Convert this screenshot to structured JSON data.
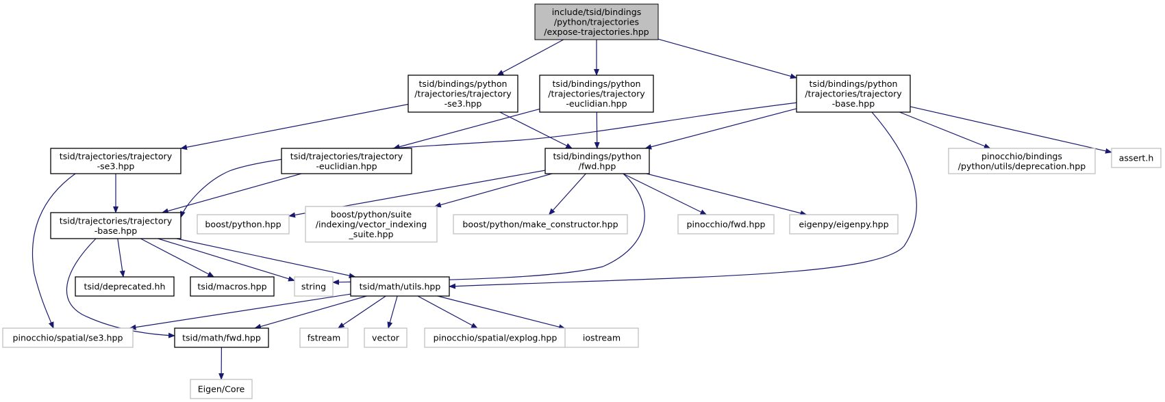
{
  "colors": {
    "edge": "#191970",
    "root_fill": "#bfbfbf",
    "internal_border": "#000000",
    "external_border": "#bfbfbf"
  },
  "nodes": [
    {
      "id": "n0",
      "kind": "root",
      "lines": [
        "include/tsid/bindings",
        "/python/trajectories",
        "/expose-trajectories.hpp"
      ]
    },
    {
      "id": "n1",
      "kind": "internal",
      "lines": [
        "tsid/bindings/python",
        "/trajectories/trajectory",
        "-se3.hpp"
      ]
    },
    {
      "id": "n2",
      "kind": "internal",
      "lines": [
        "tsid/bindings/python",
        "/trajectories/trajectory",
        "-euclidian.hpp"
      ]
    },
    {
      "id": "n3",
      "kind": "internal",
      "lines": [
        "tsid/bindings/python",
        "/trajectories/trajectory",
        "-base.hpp"
      ]
    },
    {
      "id": "n4",
      "kind": "internal",
      "lines": [
        "tsid/trajectories/trajectory",
        "-se3.hpp"
      ]
    },
    {
      "id": "n5",
      "kind": "internal",
      "lines": [
        "tsid/trajectories/trajectory",
        "-euclidian.hpp"
      ]
    },
    {
      "id": "n6",
      "kind": "internal",
      "lines": [
        "tsid/bindings/python",
        "/fwd.hpp"
      ]
    },
    {
      "id": "n7",
      "kind": "external",
      "lines": [
        "pinocchio/bindings",
        "/python/utils/deprecation.hpp"
      ]
    },
    {
      "id": "n8",
      "kind": "external",
      "lines": [
        "assert.h"
      ]
    },
    {
      "id": "n9",
      "kind": "internal",
      "lines": [
        "tsid/trajectories/trajectory",
        "-base.hpp"
      ]
    },
    {
      "id": "n10",
      "kind": "external",
      "lines": [
        "boost/python.hpp"
      ]
    },
    {
      "id": "n11",
      "kind": "external",
      "lines": [
        "boost/python/suite",
        "/indexing/vector_indexing",
        "_suite.hpp"
      ]
    },
    {
      "id": "n12",
      "kind": "external",
      "lines": [
        "boost/python/make_constructor.hpp"
      ]
    },
    {
      "id": "n13",
      "kind": "external",
      "lines": [
        "pinocchio/fwd.hpp"
      ]
    },
    {
      "id": "n14",
      "kind": "external",
      "lines": [
        "eigenpy/eigenpy.hpp"
      ]
    },
    {
      "id": "n15",
      "kind": "internal",
      "lines": [
        "tsid/deprecated.hh"
      ]
    },
    {
      "id": "n16",
      "kind": "internal",
      "lines": [
        "tsid/macros.hpp"
      ]
    },
    {
      "id": "n17",
      "kind": "external",
      "lines": [
        "string"
      ]
    },
    {
      "id": "n18",
      "kind": "internal",
      "lines": [
        "tsid/math/utils.hpp"
      ]
    },
    {
      "id": "n19",
      "kind": "external",
      "lines": [
        "pinocchio/spatial/se3.hpp"
      ]
    },
    {
      "id": "n20",
      "kind": "internal",
      "lines": [
        "tsid/math/fwd.hpp"
      ]
    },
    {
      "id": "n21",
      "kind": "external",
      "lines": [
        "fstream"
      ]
    },
    {
      "id": "n22",
      "kind": "external",
      "lines": [
        "vector"
      ]
    },
    {
      "id": "n23",
      "kind": "external",
      "lines": [
        "pinocchio/spatial/explog.hpp"
      ]
    },
    {
      "id": "n24",
      "kind": "external",
      "lines": [
        "iostream"
      ]
    },
    {
      "id": "n25",
      "kind": "external",
      "lines": [
        "Eigen/Core"
      ]
    }
  ],
  "edges": [
    [
      "n0",
      "n1"
    ],
    [
      "n0",
      "n2"
    ],
    [
      "n0",
      "n3"
    ],
    [
      "n1",
      "n4"
    ],
    [
      "n1",
      "n6"
    ],
    [
      "n2",
      "n5"
    ],
    [
      "n2",
      "n6"
    ],
    [
      "n3",
      "n9"
    ],
    [
      "n3",
      "n6"
    ],
    [
      "n3",
      "n7"
    ],
    [
      "n3",
      "n8"
    ],
    [
      "n3",
      "n18"
    ],
    [
      "n4",
      "n9"
    ],
    [
      "n4",
      "n19"
    ],
    [
      "n5",
      "n9"
    ],
    [
      "n6",
      "n10"
    ],
    [
      "n6",
      "n11"
    ],
    [
      "n6",
      "n12"
    ],
    [
      "n6",
      "n13"
    ],
    [
      "n6",
      "n14"
    ],
    [
      "n6",
      "n17"
    ],
    [
      "n9",
      "n15"
    ],
    [
      "n9",
      "n16"
    ],
    [
      "n9",
      "n17"
    ],
    [
      "n9",
      "n18"
    ],
    [
      "n9",
      "n20"
    ],
    [
      "n18",
      "n19"
    ],
    [
      "n18",
      "n20"
    ],
    [
      "n18",
      "n21"
    ],
    [
      "n18",
      "n22"
    ],
    [
      "n18",
      "n23"
    ],
    [
      "n18",
      "n24"
    ],
    [
      "n20",
      "n25"
    ]
  ]
}
